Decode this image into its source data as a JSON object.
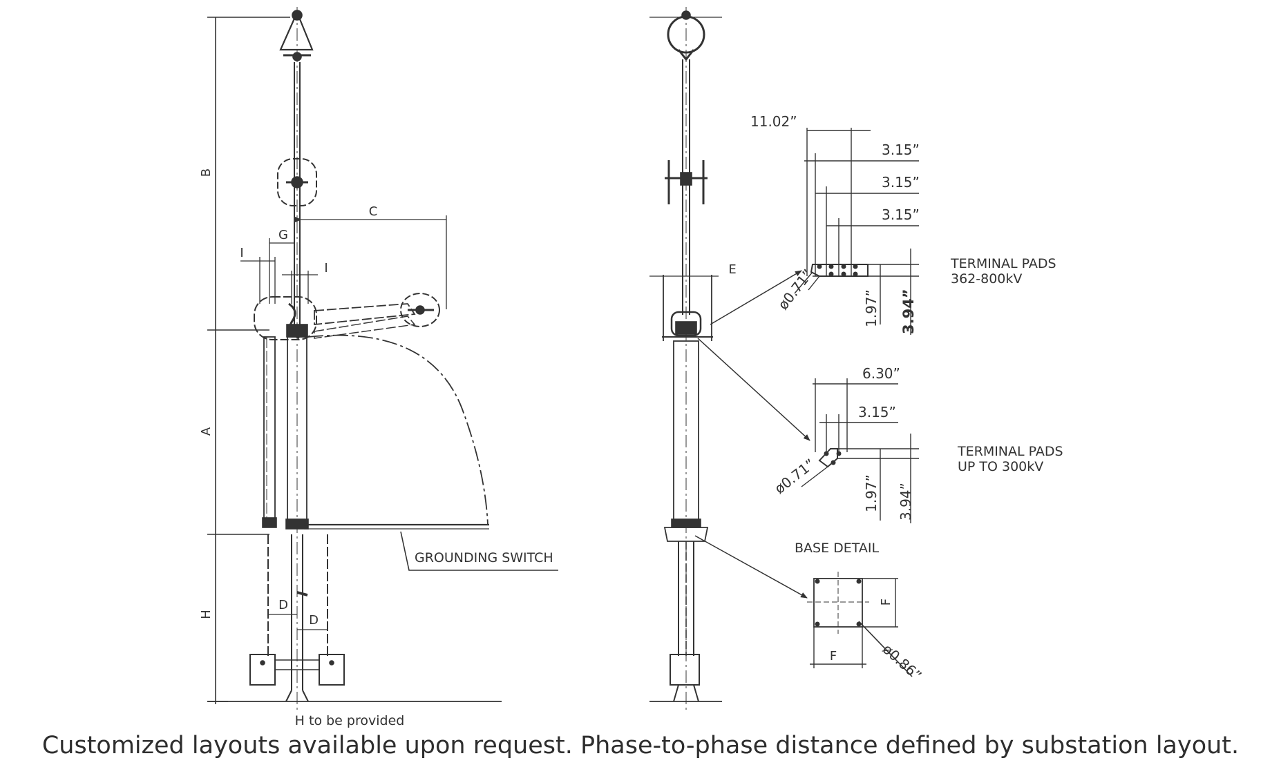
{
  "labels": {
    "dim_b": "B",
    "dim_a": "A",
    "dim_h": "H",
    "dim_c": "C",
    "dim_g": "G",
    "dim_i_left": "I",
    "dim_i_right": "I",
    "dim_d_left": "D",
    "dim_d_right": "D",
    "dim_e": "E",
    "grounding_switch": "GROUNDING SWITCH",
    "h_note": "H to be provided"
  },
  "pad_large": {
    "title_line1": "TERMINAL PADS",
    "title_line2": "362-800kV",
    "width": "11.02”",
    "pitch1": "3.15”",
    "pitch2": "3.15”",
    "pitch3": "3.15”",
    "hole_dia": "ø0.71”",
    "row_gap": "1.97”",
    "height": "3.94”"
  },
  "pad_small": {
    "title_line1": "TERMINAL PADS",
    "title_line2": "UP TO 300kV",
    "width": "6.30”",
    "pitch": "3.15”",
    "hole_dia": "ø0.71”",
    "row_gap": "1.97”",
    "height": "3.94”"
  },
  "base": {
    "title": "BASE DETAIL",
    "side_f_vertical": "F",
    "side_f_horizontal": "F",
    "hole_dia": "ø0.86”"
  },
  "caption": "Customized layouts available upon request. Phase-to-phase distance defined by substation layout."
}
